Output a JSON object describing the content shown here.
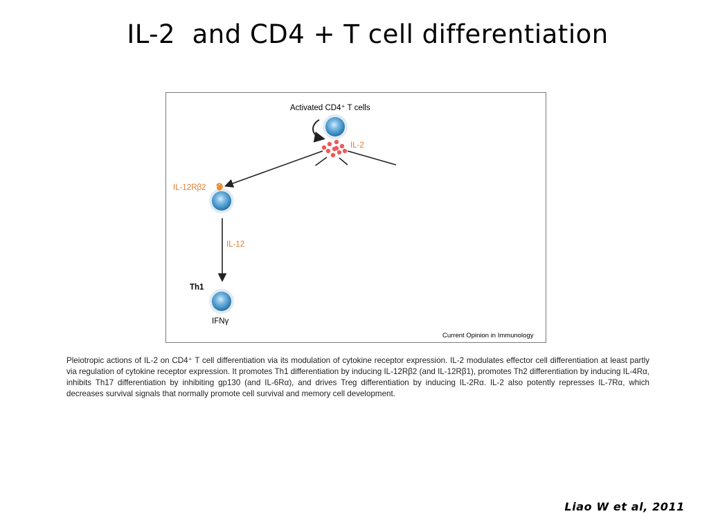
{
  "slide": {
    "title": "IL-2  and CD4 + T cell differentiation",
    "citation": "Liao W et al, 2011"
  },
  "figure": {
    "top_label": "Activated CD4⁺ T cells",
    "il2_label": "IL-2",
    "receptor_label": "IL-12Rβ2",
    "il12_label": "IL-12",
    "th1_label": "Th1",
    "ifn_label": "IFNγ",
    "source_label": "Current Opinion in Immunology",
    "colors": {
      "cell": "#3f90c6",
      "cytokine": "#ee5a5a",
      "accent_text": "#e07a2a",
      "receptor": "#e8902f"
    }
  },
  "caption": "Pleiotropic actions of IL-2 on CD4⁺ T cell differentiation via its modulation of cytokine receptor expression. IL-2 modulates effector cell differentiation at least partly via regulation of cytokine receptor expression. It promotes Th1 differentiation by inducing IL-12Rβ2 (and IL-12Rβ1), promotes Th2 differentiation by inducing IL-4Rα, inhibits Th17 differentiation by inhibiting gp130 (and IL-6Rα), and drives Treg differentiation by inducing IL-2Rα. IL-2 also potently represses IL-7Rα, which decreases survival signals that normally promote cell survival and memory cell development."
}
